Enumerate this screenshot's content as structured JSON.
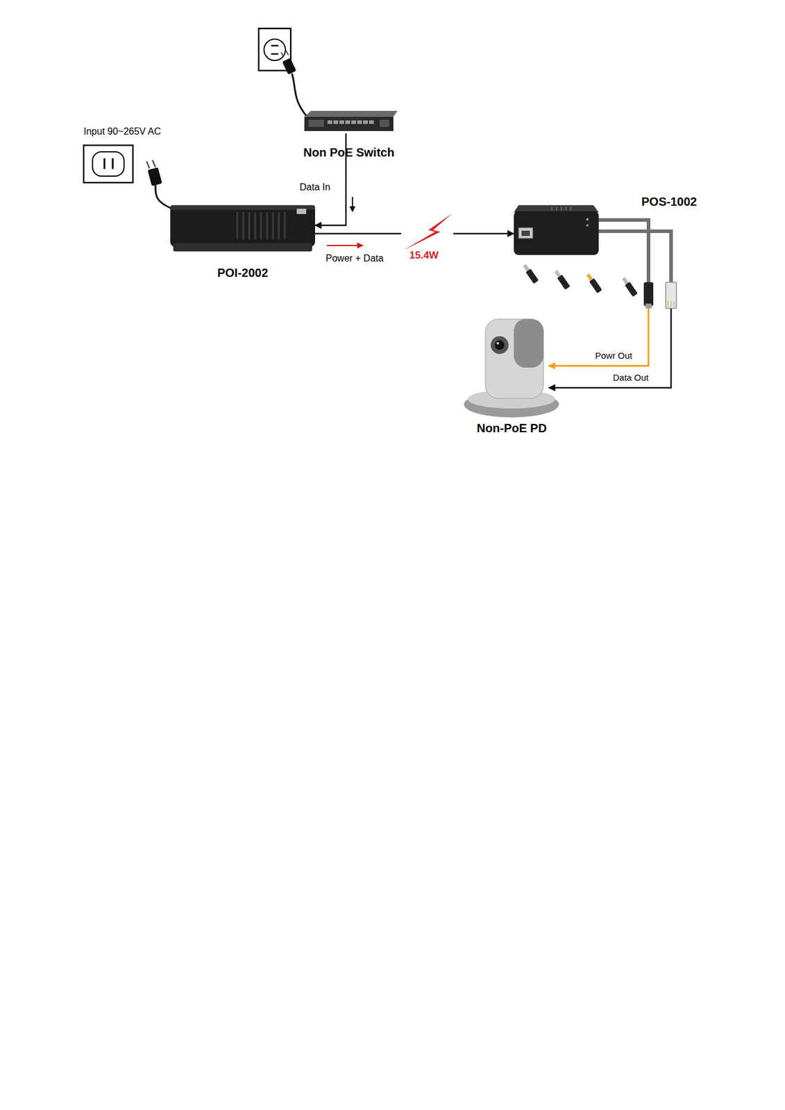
{
  "diagram": {
    "nodes": [
      {
        "text": [
          "Non PoE Switch"
        ]
      },
      {
        "text": [
          "POI-2002"
        ]
      },
      {
        "text": [
          "POS-1002"
        ]
      },
      {
        "text": [
          "Non-PoE PD"
        ]
      }
    ],
    "edges": [
      {
        "from": 0,
        "to": 1,
        "arrow": "to",
        "label": "Data In"
      },
      {
        "from": 1,
        "to": 2,
        "arrow": "to",
        "label": "Power + Data"
      },
      {
        "from": 2,
        "to": 3,
        "arrow": "to",
        "label": "Powr Out"
      },
      {
        "from": 2,
        "to": 3,
        "arrow": "to",
        "label": "Data Out"
      }
    ],
    "labels": [
      "Input 90~265V AC",
      "15.4W"
    ]
  }
}
